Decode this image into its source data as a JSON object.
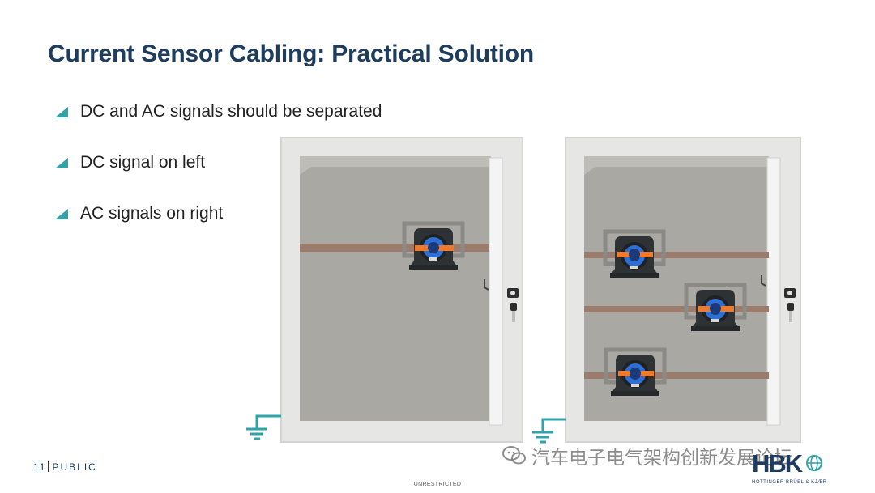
{
  "slide": {
    "title": "Current Sensor Cabling: Practical Solution",
    "bullets": [
      "DC and AC signals should be separated",
      "DC signal on left",
      "AC signals on right"
    ],
    "page_number": "11",
    "classification": "PUBLIC",
    "footer_center": "UNRESTRICTED"
  },
  "watermark": {
    "text": "汽车电子电气架构创新发展论坛",
    "icon": "wechat-icon"
  },
  "logo": {
    "mark": "HBK",
    "subtitle": "HOTTINGER BRÜEL & KJÆR"
  },
  "colors": {
    "title": "#1d3c5e",
    "bullet_marker": "#2fa3a8",
    "cabinet_frame": "#e3e3e1",
    "cabinet_panel": "#a9a8a2",
    "cable": "#9a7b6c",
    "sensor_ring": "#2e6fd6",
    "conductor": "#f07a2c",
    "ground": "#2fa3a8"
  },
  "cabinets": [
    {
      "name": "dc-cabinet",
      "sensor_count": 1
    },
    {
      "name": "ac-cabinet",
      "sensor_count": 3
    }
  ]
}
